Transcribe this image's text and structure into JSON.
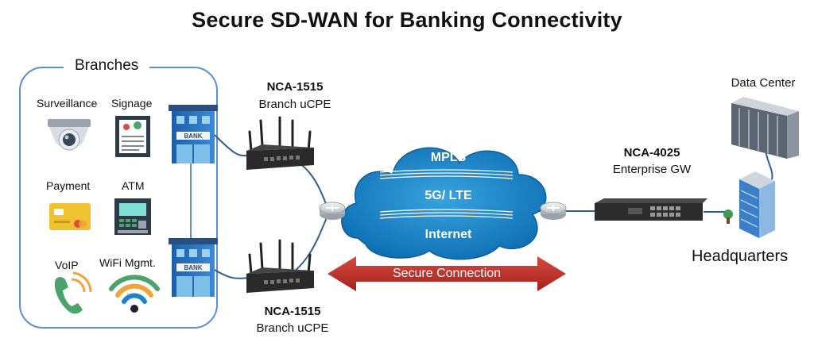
{
  "title": "Secure SD-WAN for Banking Connectivity",
  "branches": {
    "title": "Branches",
    "items": [
      {
        "label": "Surveillance",
        "icon": "camera-icon"
      },
      {
        "label": "Signage",
        "icon": "signage-icon"
      },
      {
        "label": "Payment",
        "icon": "credit-card-icon"
      },
      {
        "label": "ATM",
        "icon": "atm-icon"
      },
      {
        "label": "VoIP",
        "icon": "phone-icon"
      },
      {
        "label": "WiFi Mgmt.",
        "icon": "wifi-icon"
      }
    ],
    "bank_sign": "BANK"
  },
  "ucpe_top": {
    "model": "NCA-1515",
    "role": "Branch uCPE"
  },
  "ucpe_bottom": {
    "model": "NCA-1515",
    "role": "Branch uCPE"
  },
  "cloud": {
    "links": [
      "MPLS",
      "5G/ LTE",
      "Internet"
    ]
  },
  "gateway": {
    "model": "NCA-4025",
    "role": "Enterprise GW"
  },
  "data_center": "Data Center",
  "headquarters": "Headquarters",
  "secure_connection": "Secure Connection",
  "colors": {
    "accent_blue": "#5b8fd1",
    "cloud_blue": "#1e86c8",
    "arrow_red": "#c0312b",
    "building_blue": "#2b74c4"
  }
}
